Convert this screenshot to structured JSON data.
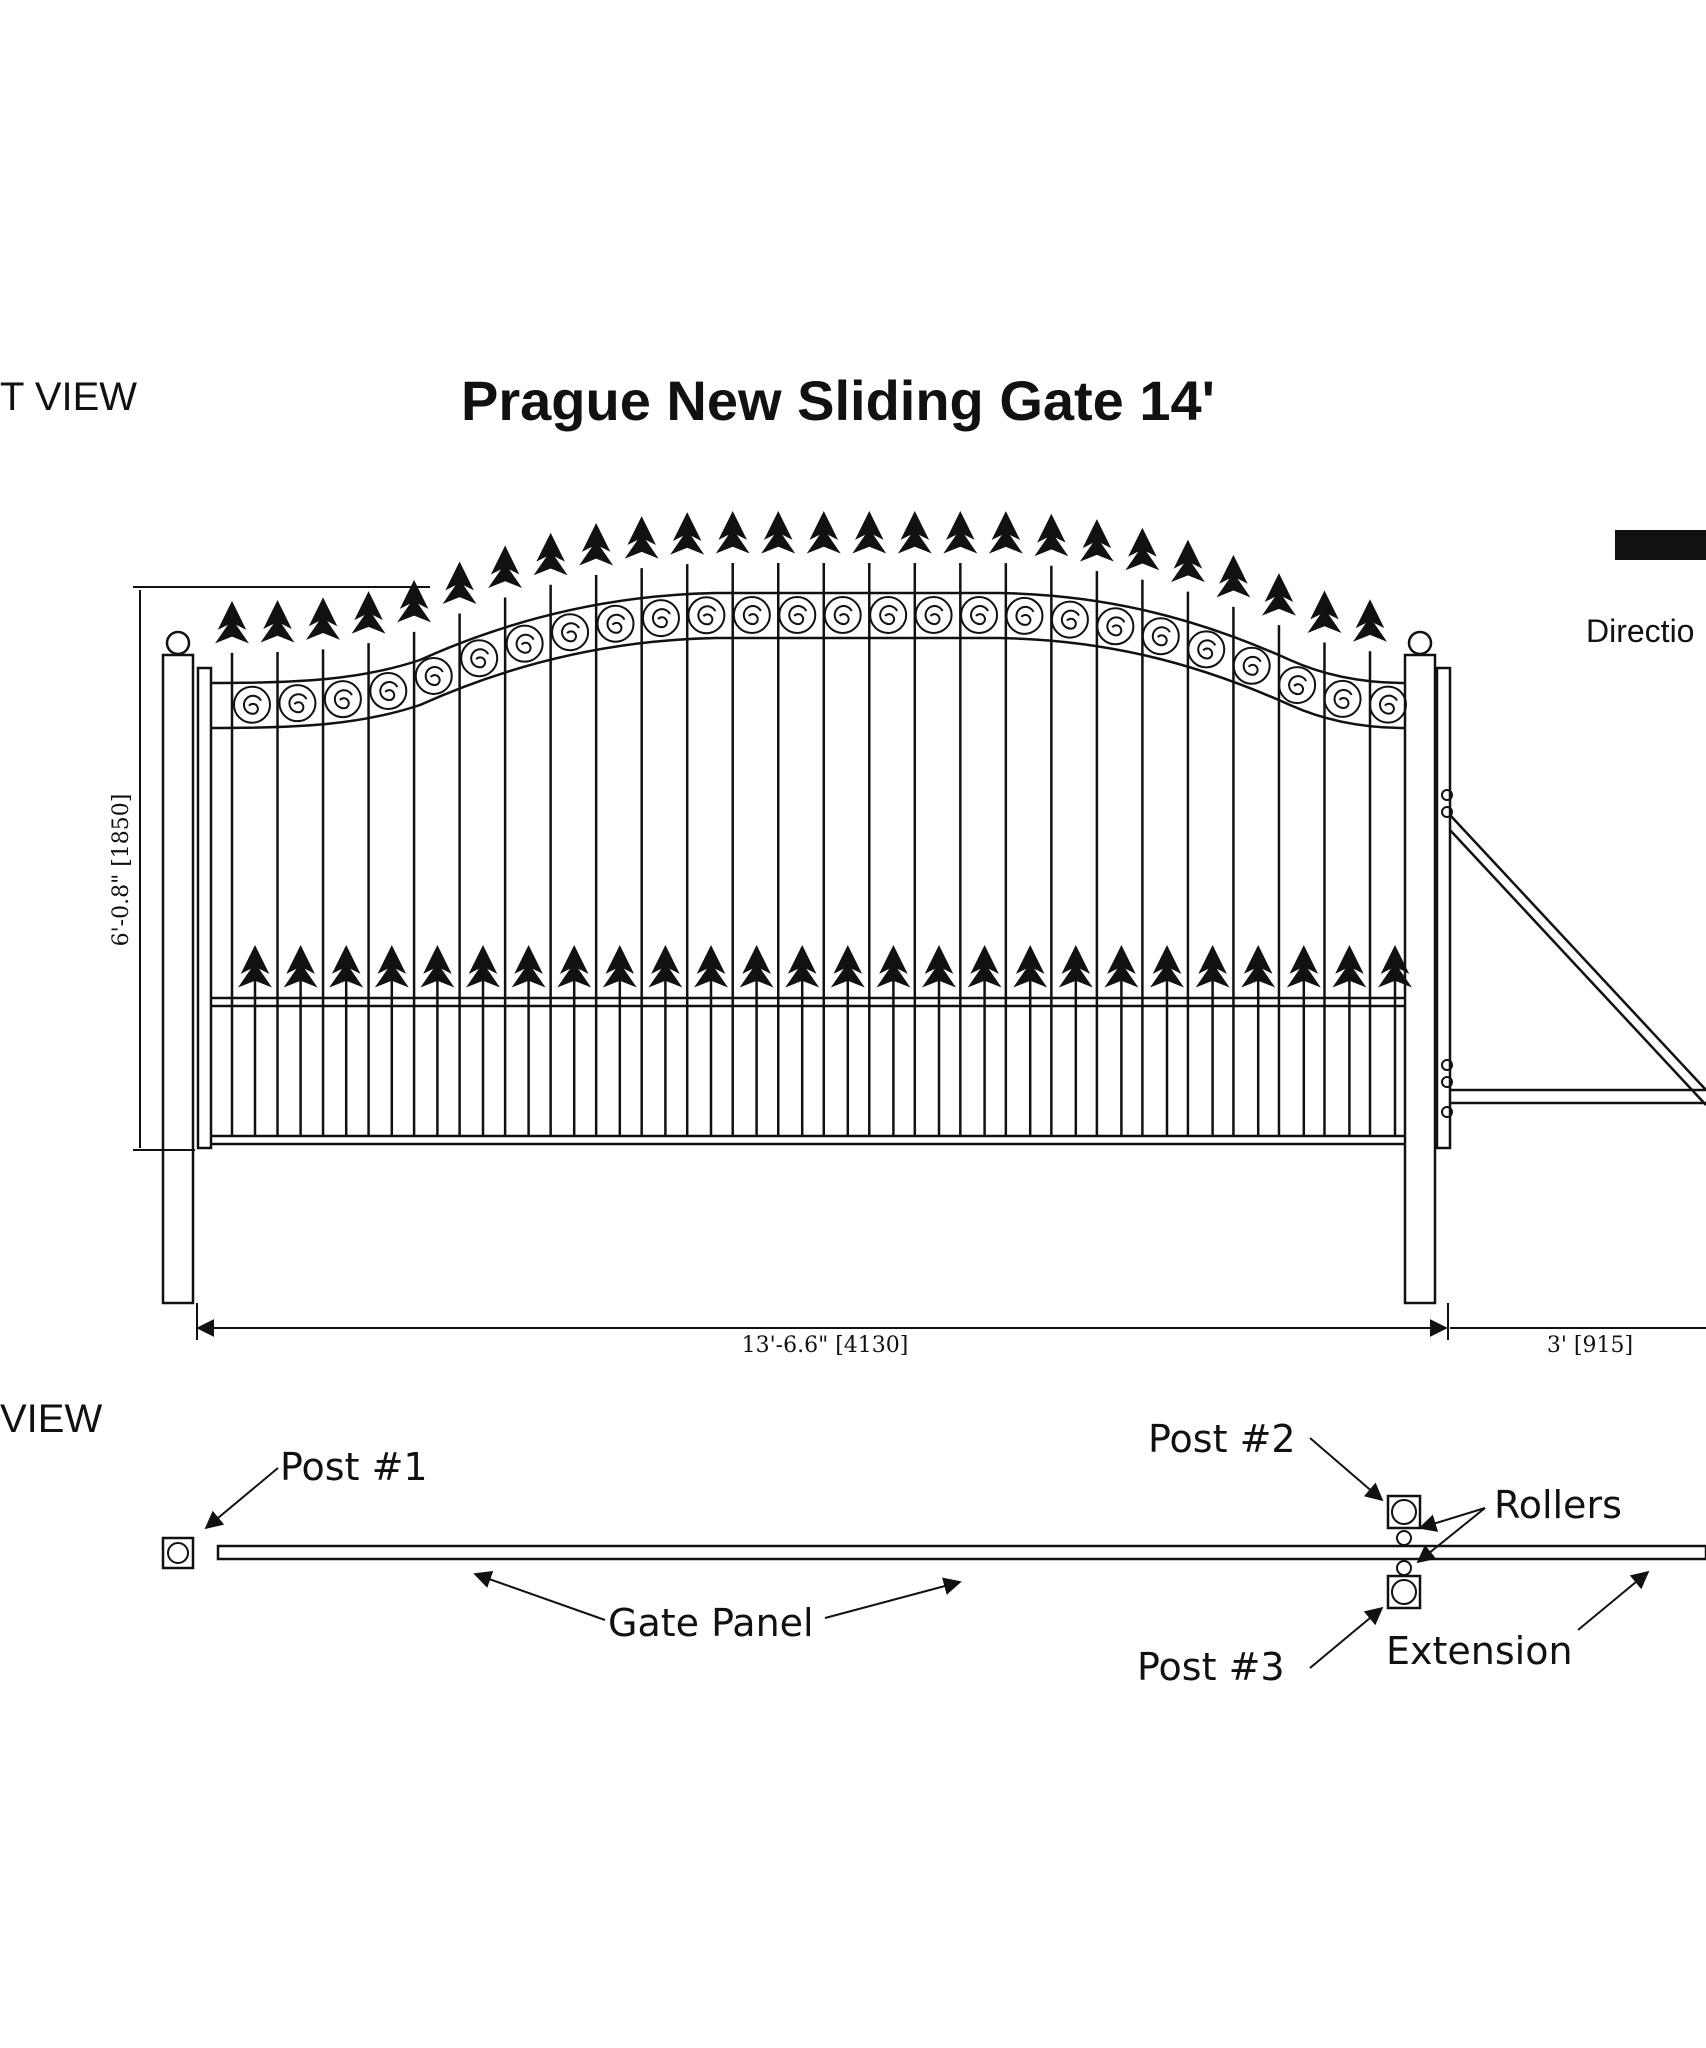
{
  "title": "Prague New Sliding Gate 14'",
  "views": {
    "front": "T VIEW",
    "top": "VIEW"
  },
  "direction_label": "Directio",
  "dimensions": {
    "height": "6'-0.8\" [1850]",
    "width": "13'-6.6\" [4130]",
    "extension": "3'  [915]"
  },
  "callouts": {
    "post1": "Post #1",
    "post2": "Post #2",
    "post3": "Post #3",
    "gate_panel": "Gate Panel",
    "rollers": "Rollers",
    "extension": "Extension"
  },
  "colors": {
    "ink": "#111111",
    "background": "#ffffff"
  }
}
